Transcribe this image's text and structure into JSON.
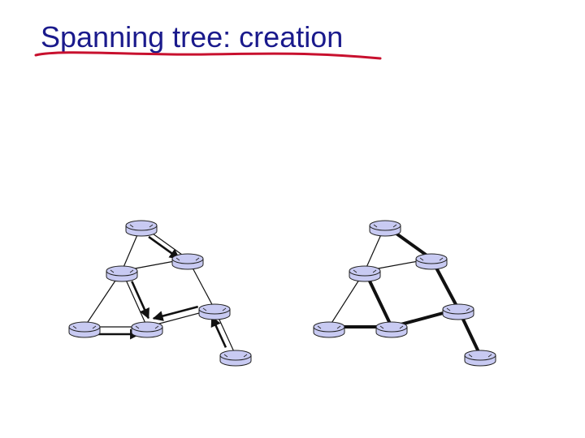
{
  "title": "Spanning tree: creation",
  "colors": {
    "title_text": "#1a1a8c",
    "title_underline": "#c8102e",
    "node_fill": "#c8caf2",
    "node_stroke": "#222222",
    "edge": "#111111"
  },
  "icons": {
    "node": "router-icon",
    "arrow": "arrow-icon"
  },
  "diagrams": [
    {
      "name": "left-network",
      "nodes": [
        "A",
        "B",
        "C",
        "D",
        "E",
        "F",
        "G"
      ],
      "edges": [
        {
          "from": "A",
          "to": "C",
          "style": "thin"
        },
        {
          "from": "A",
          "to": "B",
          "style": "thin"
        },
        {
          "from": "C",
          "to": "B",
          "style": "thin"
        },
        {
          "from": "C",
          "to": "D",
          "style": "thin"
        },
        {
          "from": "C",
          "to": "E",
          "style": "thin"
        },
        {
          "from": "D",
          "to": "E",
          "style": "thin"
        },
        {
          "from": "B",
          "to": "F",
          "style": "thin"
        },
        {
          "from": "E",
          "to": "F",
          "style": "thin"
        },
        {
          "from": "F",
          "to": "G",
          "style": "thin"
        }
      ],
      "arrows": [
        {
          "from": "A",
          "to": "B"
        },
        {
          "from": "C",
          "to": "E"
        },
        {
          "from": "D",
          "to": "E"
        },
        {
          "from": "F",
          "to": "E"
        },
        {
          "from": "G",
          "to": "F"
        }
      ]
    },
    {
      "name": "right-network",
      "nodes": [
        "A",
        "B",
        "C",
        "D",
        "E",
        "F",
        "G"
      ],
      "edges": [
        {
          "from": "A",
          "to": "C",
          "style": "thin"
        },
        {
          "from": "A",
          "to": "B",
          "style": "thick"
        },
        {
          "from": "C",
          "to": "B",
          "style": "thin"
        },
        {
          "from": "C",
          "to": "D",
          "style": "thin"
        },
        {
          "from": "C",
          "to": "E",
          "style": "thick"
        },
        {
          "from": "D",
          "to": "E",
          "style": "thick"
        },
        {
          "from": "B",
          "to": "F",
          "style": "thick"
        },
        {
          "from": "E",
          "to": "F",
          "style": "thick"
        },
        {
          "from": "F",
          "to": "G",
          "style": "thick"
        }
      ],
      "arrows": []
    }
  ]
}
